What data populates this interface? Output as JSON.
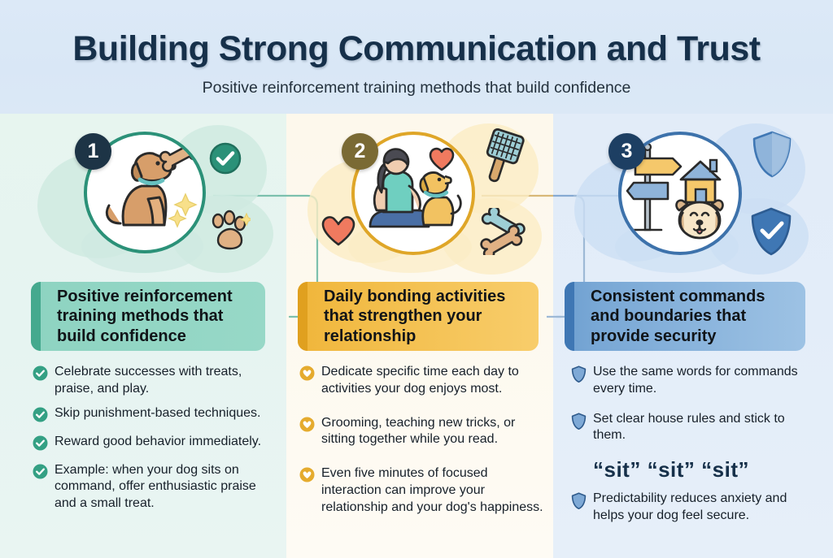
{
  "header": {
    "title": "Building Strong Communication and Trust",
    "subtitle": "Positive reinforcement training methods that build confidence",
    "title_color": "#16304a",
    "background_color": "#dce9f7"
  },
  "columns": [
    {
      "number": "1",
      "accent_color": "#2b9178",
      "badge_color": "#1d3446",
      "panel_color": "#e7f5ef",
      "bar_color": "#8ed3c0",
      "bar_accent_color": "#45a98e",
      "heading": "Positive reinforcement training methods that build confidence",
      "illustration": {
        "icons": [
          "sitting-dog-icon",
          "bone-icon",
          "sparkle-icon",
          "paw-print-icon"
        ],
        "badge_icon": "check-circle-icon"
      },
      "bullet_icon": "check-circle-icon",
      "bullets": [
        "Celebrate successes with treats, praise, and play.",
        "Skip punishment-based techniques.",
        "Reward good behavior immediately.",
        "Example: when your dog sits on command, offer enthusiastic praise and a small treat."
      ]
    },
    {
      "number": "2",
      "accent_color": "#dfa628",
      "badge_color": "#7a6a34",
      "panel_color": "#fdf8ec",
      "bar_color": "#f0b53a",
      "bar_accent_color": "#e0a01f",
      "heading": "Daily bonding activities that strengthen your relationship",
      "illustration": {
        "icons": [
          "person-with-dog-icon",
          "heart-icon",
          "grooming-brush-icon",
          "crossed-bones-icon"
        ],
        "badge_icon": "heart-icon"
      },
      "bullet_icon": "heart-circle-icon",
      "bullets": [
        "Dedicate specific time each day to activities your dog enjoys most.",
        "Grooming, teaching new tricks, or sitting together while you read.",
        "Even five minutes of focused interaction can improve your relationship and your dog's happiness."
      ]
    },
    {
      "number": "3",
      "accent_color": "#3d72ab",
      "badge_color": "#1d3f63",
      "panel_color": "#e2ecf8",
      "bar_color": "#6fa0d0",
      "bar_accent_color": "#3f77b4",
      "heading": "Consistent commands and boundaries that provide security",
      "illustration": {
        "icons": [
          "signpost-icon",
          "house-icon",
          "dog-face-icon",
          "shield-icon",
          "shield-check-icon"
        ],
        "badge_icon": "shield-check-icon"
      },
      "bullet_icon": "shield-icon",
      "bullets": [
        "Use the same words for commands every time.",
        "Set clear house rules and stick to them.",
        "Predictability reduces anxiety and helps your dog feel secure."
      ],
      "callout": "“sit”  “sit”  “sit”"
    }
  ]
}
